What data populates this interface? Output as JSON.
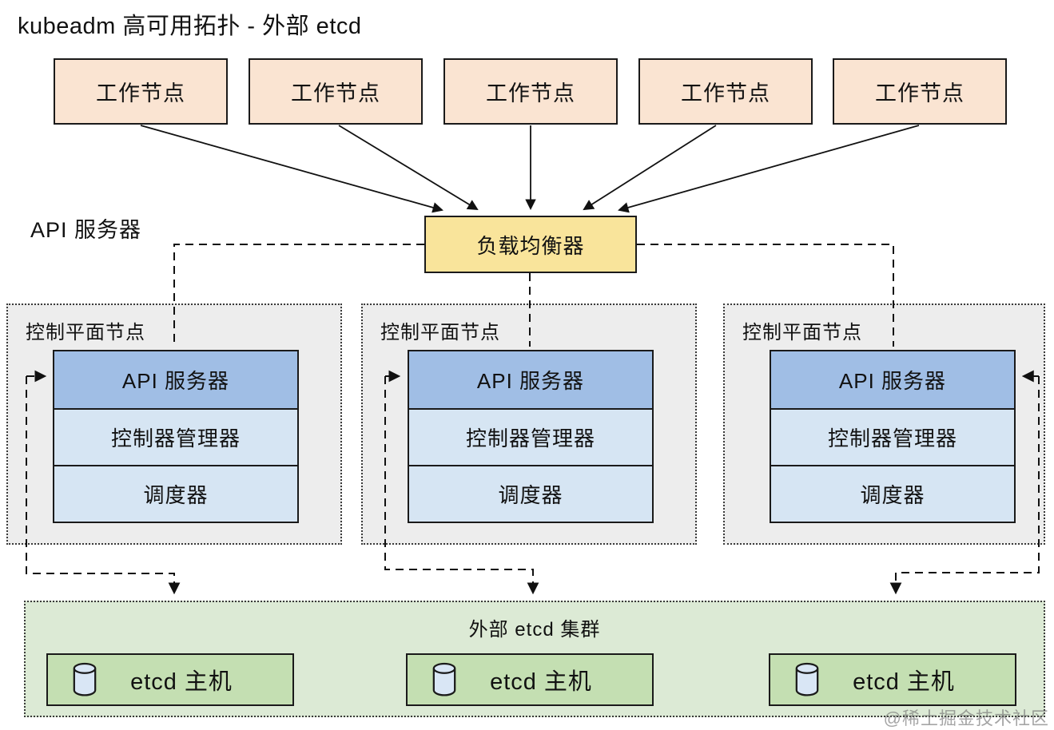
{
  "title": "kubeadm 高可用拓扑 - 外部 etcd",
  "side_label": "API 服务器",
  "load_balancer": {
    "label": "负载均衡器"
  },
  "workers": [
    {
      "label": "工作节点"
    },
    {
      "label": "工作节点"
    },
    {
      "label": "工作节点"
    },
    {
      "label": "工作节点"
    },
    {
      "label": "工作节点"
    }
  ],
  "control_planes": [
    {
      "label": "控制平面节点",
      "api_server": "API 服务器",
      "controller_manager": "控制器管理器",
      "scheduler": "调度器"
    },
    {
      "label": "控制平面节点",
      "api_server": "API 服务器",
      "controller_manager": "控制器管理器",
      "scheduler": "调度器"
    },
    {
      "label": "控制平面节点",
      "api_server": "API 服务器",
      "controller_manager": "控制器管理器",
      "scheduler": "调度器"
    }
  ],
  "etcd_cluster": {
    "label": "外部 etcd 集群",
    "hosts": [
      {
        "label": "etcd 主机"
      },
      {
        "label": "etcd 主机"
      },
      {
        "label": "etcd 主机"
      }
    ]
  },
  "watermark": "@稀土掘金技术社区",
  "colors": {
    "worker_fill": "#FAE4D2",
    "lb_fill": "#F9E49B",
    "api_fill": "#A0BEE5",
    "component_fill": "#D6E5F3",
    "cp_fill": "#EDEDED",
    "etcd_cluster_fill": "#DCEAD5",
    "etcd_host_fill": "#C4DFB2",
    "cylinder_fill": "#D9E6F5",
    "line": "#111111"
  }
}
